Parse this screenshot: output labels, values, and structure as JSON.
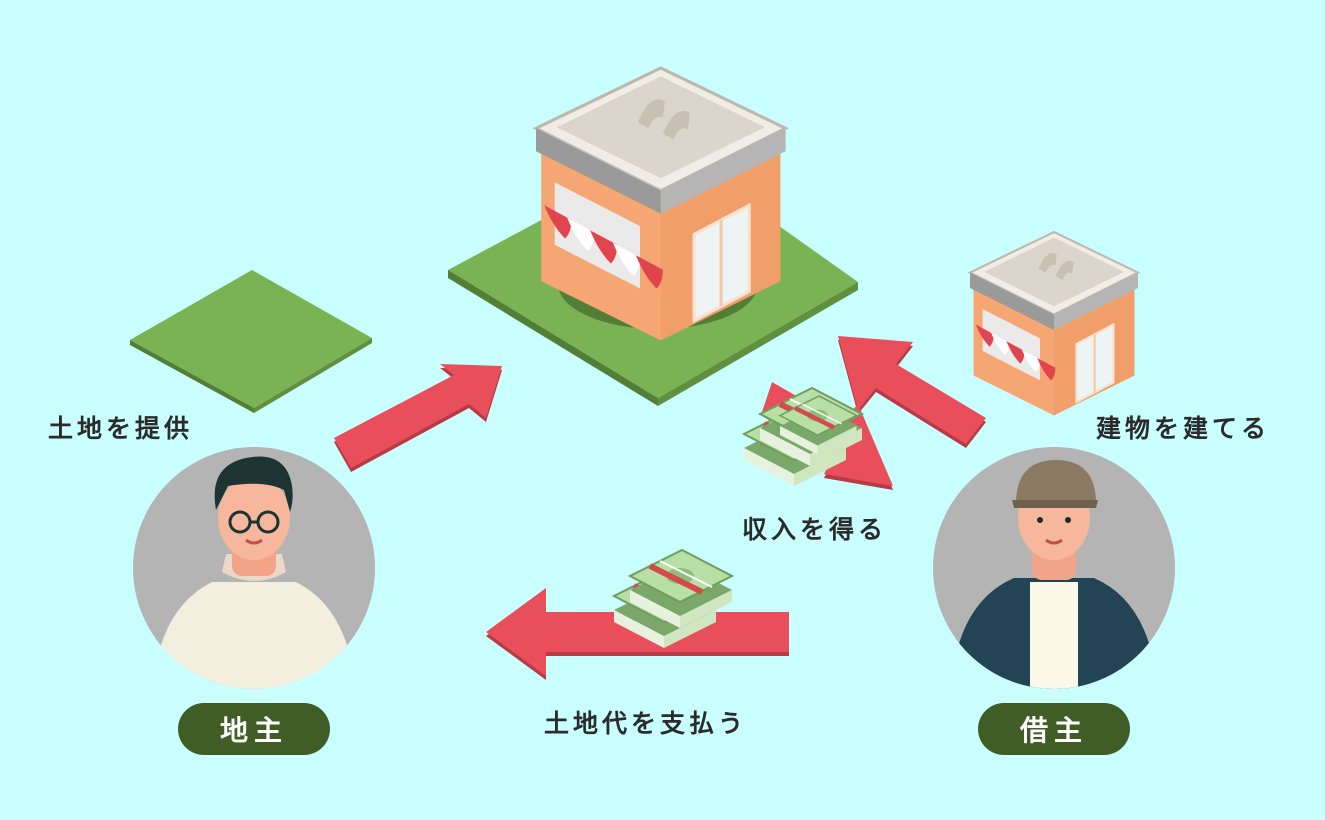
{
  "labels": {
    "provide_land": "土地を提供",
    "build_building": "建物を建てる",
    "gain_income": "収入を得る",
    "pay_land_fee": "土地代を支払う"
  },
  "roles": {
    "landowner": "地主",
    "tenant": "借主"
  },
  "colors": {
    "background": "#c9fffe",
    "arrow": "#e94f5a",
    "grass": "#7ab353",
    "building": "#f5a672",
    "awning": "#e0454f",
    "money": "#b8e0a6",
    "pill": "#3f5d25"
  }
}
